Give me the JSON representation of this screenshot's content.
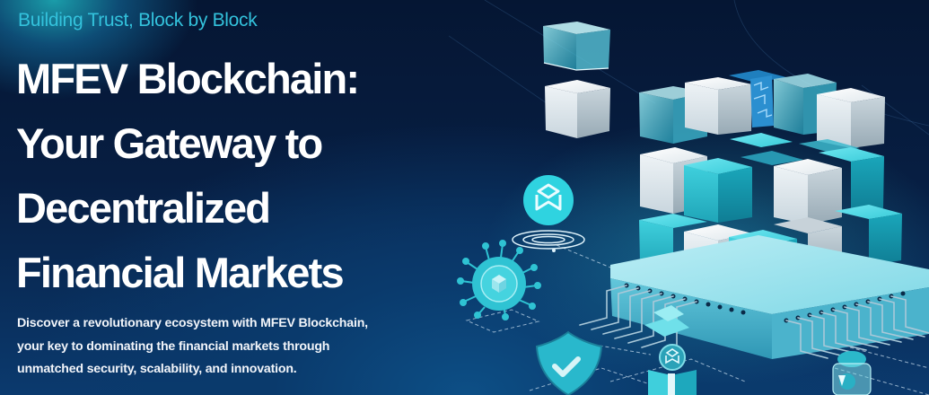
{
  "hero": {
    "eyebrow": "Building Trust, Block by Block",
    "headline_lines": [
      "MFEV Blockchain:",
      "Your Gateway to",
      "Decentralized",
      "Financial Markets"
    ],
    "description_lines": [
      "Discover a revolutionary ecosystem with MFEV Blockchain,",
      "your key to dominating the financial markets through",
      "unmatched security, scalability, and innovation."
    ]
  },
  "illustration": {
    "subject": "isometric-blockchain-cube-on-chip",
    "icons": [
      "mfev-logo-icon",
      "gear-node-icon",
      "shield-check-icon",
      "gift-box-icon",
      "coin-jar-icon"
    ]
  },
  "colors": {
    "accent": "#33c2dc",
    "background_dark": "#051633",
    "background_mid": "#0b3a6e",
    "cube_teal": "#2fc3d3",
    "cube_white": "#e6eef2",
    "text_primary": "#ffffff"
  }
}
